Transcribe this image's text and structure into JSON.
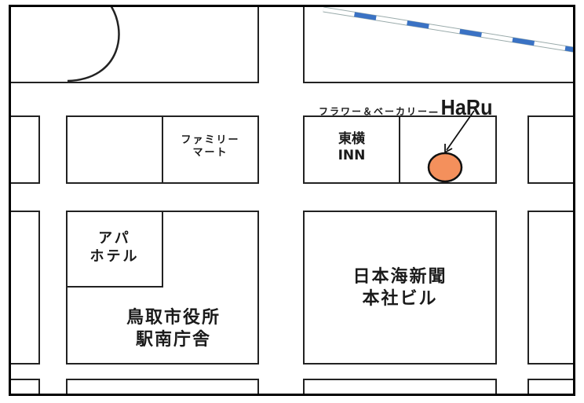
{
  "map": {
    "title_label": "フラワー＆ベーカリー",
    "shop_name": "HaRu",
    "marker_color": "#F4905C",
    "rail_color": "#3A72C4",
    "landmarks": [
      {
        "id": "familymart",
        "line1": "ファミリー",
        "line2": "マート"
      },
      {
        "id": "toyoko-inn",
        "line1": "東横",
        "line2": "INN"
      },
      {
        "id": "apa-hotel",
        "line1": "アパ",
        "line2": "ホテル"
      },
      {
        "id": "tottori-city-office",
        "line1": "鳥取市役所",
        "line2": "駅南庁舎"
      },
      {
        "id": "nihonkai-shinbun",
        "line1": "日本海新聞",
        "line2": "本社ビル"
      }
    ]
  }
}
